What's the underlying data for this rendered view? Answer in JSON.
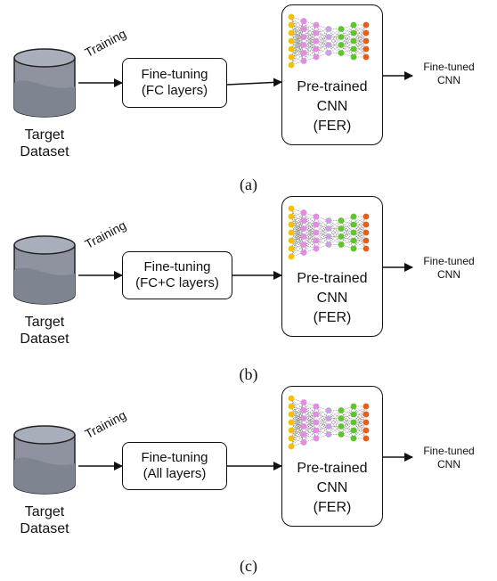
{
  "panels": [
    {
      "training_label": "Training",
      "dataset_label_1": "Target",
      "dataset_label_2": "Dataset",
      "finetune_line1": "Fine-tuning",
      "finetune_line2": "(FC layers)",
      "cnn_line1": "Pre-trained",
      "cnn_line2": "CNN",
      "cnn_line3": "(FER)",
      "output_line1": "Fine-tuned",
      "output_line2": "CNN",
      "caption": "(a)"
    },
    {
      "training_label": "Training",
      "dataset_label_1": "Target",
      "dataset_label_2": "Dataset",
      "finetune_line1": "Fine-tuning",
      "finetune_line2": "(FC+C layers)",
      "cnn_line1": "Pre-trained",
      "cnn_line2": "CNN",
      "cnn_line3": "(FER)",
      "output_line1": "Fine-tuned",
      "output_line2": "CNN",
      "caption": "(b)"
    },
    {
      "training_label": "Training",
      "dataset_label_1": "Target",
      "dataset_label_2": "Dataset",
      "finetune_line1": "Fine-tuning",
      "finetune_line2": "(All layers)",
      "cnn_line1": "Pre-trained",
      "cnn_line2": "CNN",
      "cnn_line3": "(FER)",
      "output_line1": "Fine-tuned",
      "output_line2": "CNN",
      "caption": "(c)"
    }
  ],
  "colors": {
    "input_nodes": "#f2c200",
    "hidden_nodes": "#e38be6",
    "mid_nodes": "#c9a3e0",
    "green_nodes": "#5cc62a",
    "output_nodes": "#e85d1a",
    "database_top": "#a9aebb",
    "database_body": "#8e939f"
  }
}
